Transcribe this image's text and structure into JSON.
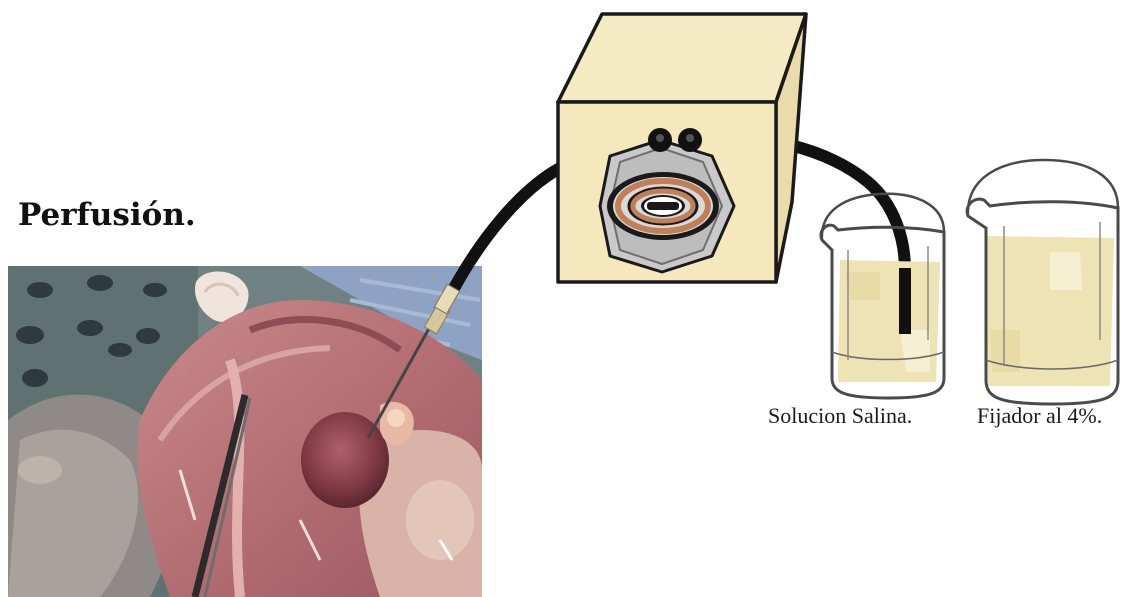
{
  "title": "Perfusión.",
  "beakers": [
    {
      "label": "Solucion Salina."
    },
    {
      "label": "Fijador al 4%."
    }
  ],
  "colors": {
    "pump_body": "#f4e8bc",
    "pump_side": "#efe2b0",
    "pump_outline": "#1a1a1a",
    "pump_plate": "#c9c9c9",
    "rotor_copper": "#c07f55",
    "tubing": "#111111",
    "beaker_liquid": "#eee3b4",
    "tissue_pink": "#b56a6d"
  },
  "icons": {
    "pump": "peristaltic-pump-icon",
    "beaker": "glass-beaker-icon",
    "photo": "surgical-photo"
  }
}
